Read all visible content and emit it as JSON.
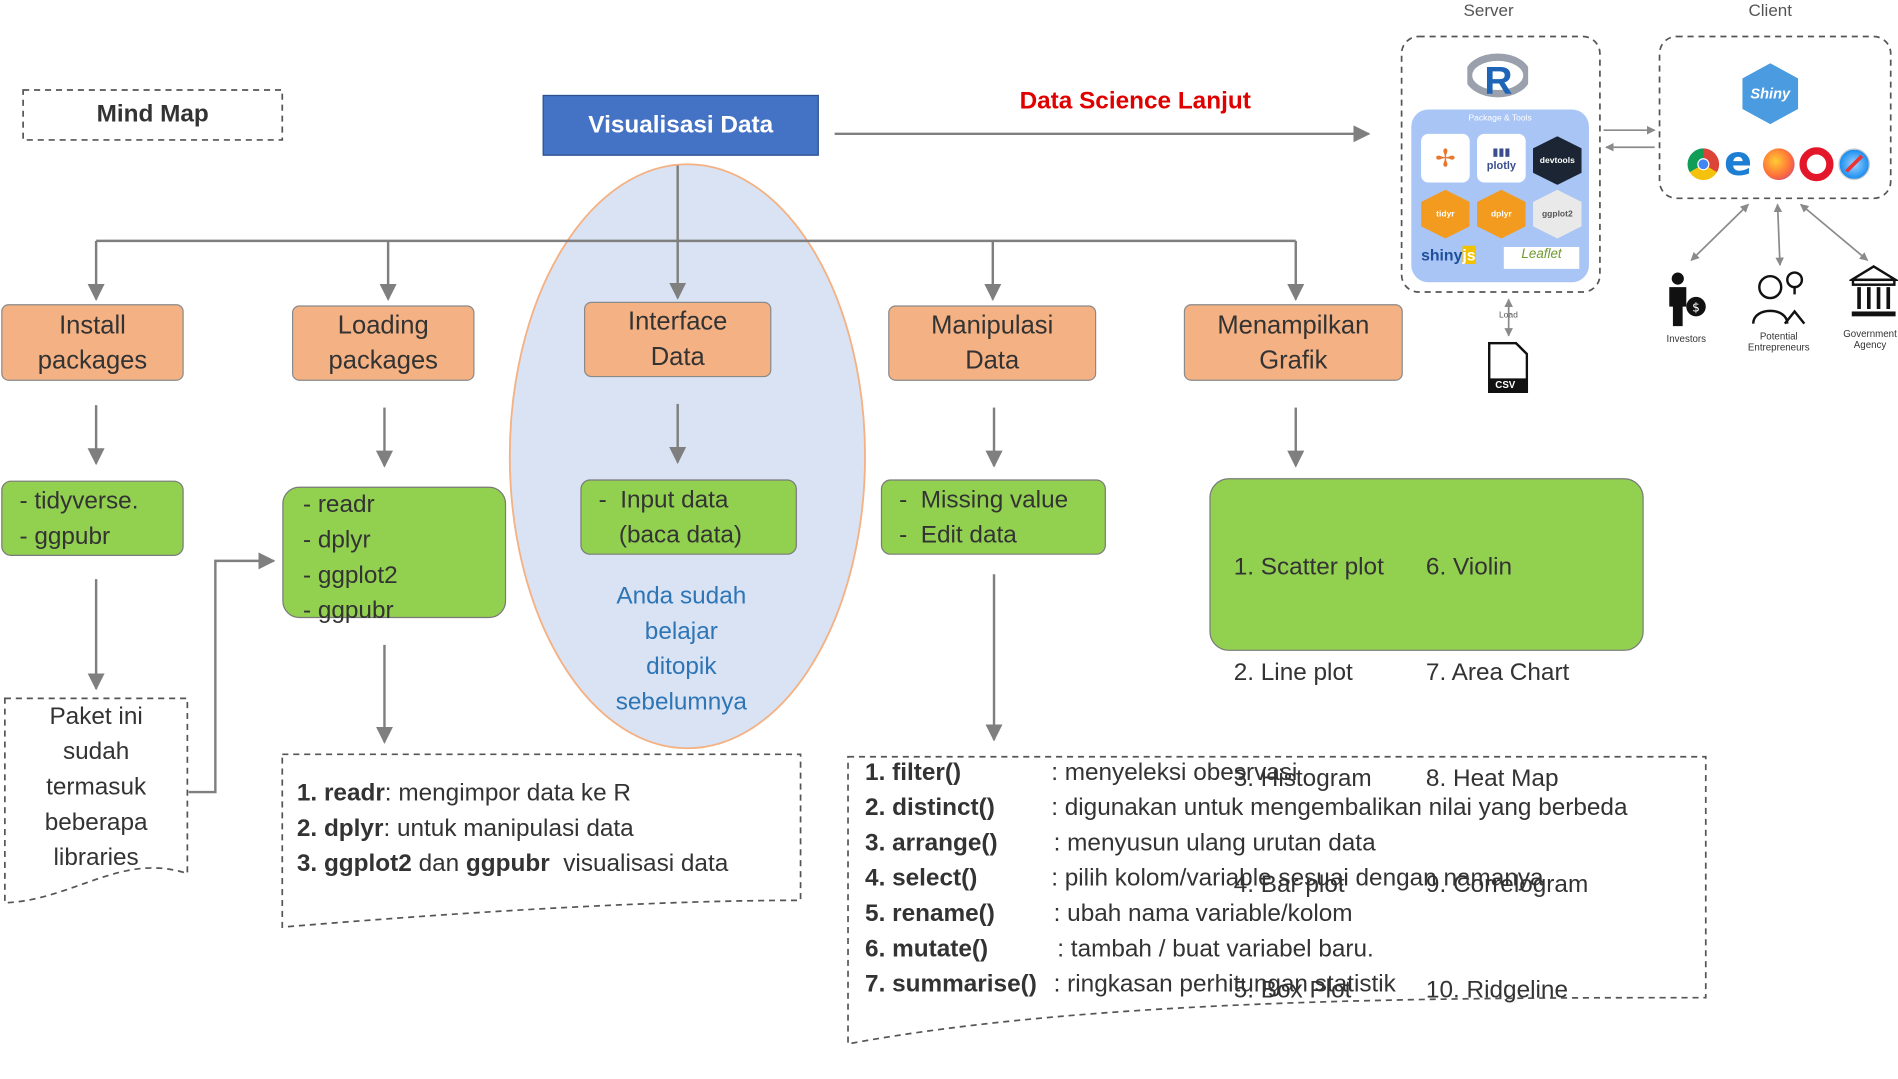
{
  "title_box": "Mind Map",
  "root": "Visualisasi Data",
  "advanced_label": "Data Science Lanjut",
  "categories": {
    "install": "Install\npackages",
    "loading": "Loading\npackages",
    "interface": "Interface\nData",
    "manipulasi": "Manipulasi\nData",
    "grafik": "Menampilkan\nGrafik"
  },
  "install_items": [
    "- tidyverse.",
    "- ggpubr"
  ],
  "loading_items": [
    "- readr",
    "- dplyr",
    "- ggplot2",
    "- ggpubr"
  ],
  "interface_items": [
    "-  Input data",
    "   (baca data)"
  ],
  "manipulasi_items": [
    "-  Missing value",
    "-  Edit data"
  ],
  "grafik_left": [
    "1. Scatter plot",
    "2. Line plot",
    "3. Histogram",
    "4. Bar plot",
    "5. Box Plot"
  ],
  "grafik_right": [
    "6. Violin",
    "7. Area Chart",
    "8. Heat Map",
    "9. Correlogram",
    "10. Ridgeline"
  ],
  "ellipse_note": [
    "Anda sudah",
    "belajar",
    "ditopik",
    "sebelumnya"
  ],
  "install_note": [
    "Paket ini",
    "sudah",
    "termasuk",
    "beberapa",
    "libraries"
  ],
  "loading_notes": [
    {
      "num": "1.",
      "bold": "readr",
      "rest": ": mengimpor data ke R"
    },
    {
      "num": "2.",
      "bold": "dplyr",
      "rest": ": untuk manipulasi data"
    },
    {
      "num": "3.",
      "bold": "ggplot2",
      "mid": " dan ",
      "bold2": "ggpubr",
      "rest": "  visualisasi data"
    }
  ],
  "functions": [
    {
      "name": "1. filter()",
      "desc": ": menyeleksi obesrvasi"
    },
    {
      "name": "2. distinct()",
      "desc": ": digunakan untuk mengembalikan nilai yang berbeda"
    },
    {
      "name": "3. arrange()",
      "desc": ": menyusun ulang urutan data"
    },
    {
      "name": "4. select()",
      "desc": ": pilih kolom/variable sesuai dengan namanya"
    },
    {
      "name": "5. rename()",
      "desc": ": ubah nama variable/kolom"
    },
    {
      "name": "6. mutate()",
      "desc": ": tambah / buat variabel baru."
    },
    {
      "name": "7. summarise()",
      "desc": ": ringkasan perhitungan statistik"
    }
  ],
  "server": {
    "label": "Server",
    "r_logo": "R",
    "panel_title": "Package & Tools",
    "tools": [
      "tableau",
      "plotly",
      "devtools",
      "tidyr",
      "dplyr",
      "ggplot2",
      "shinyjs",
      "Leaflet"
    ],
    "load_label": "Load",
    "csv_label": "CSV"
  },
  "client": {
    "label": "Client",
    "shiny_logo": "Shiny",
    "browsers": [
      "chrome-icon",
      "edge-icon",
      "firefox-icon",
      "opera-icon",
      "safari-icon"
    ],
    "users": [
      "Investors",
      "Potential\nEntrepreneurs",
      "Government\nAgency"
    ]
  },
  "colors": {
    "root_fill": "#4472c4",
    "orange_fill": "#f4b183",
    "green_fill": "#92d050",
    "ellipse_fill": "#dae3f3",
    "ellipse_stroke": "#f4b183",
    "note_blue": "#2e75b6",
    "advanced_red": "#e00000",
    "server_panel": "#a9c5f5"
  }
}
